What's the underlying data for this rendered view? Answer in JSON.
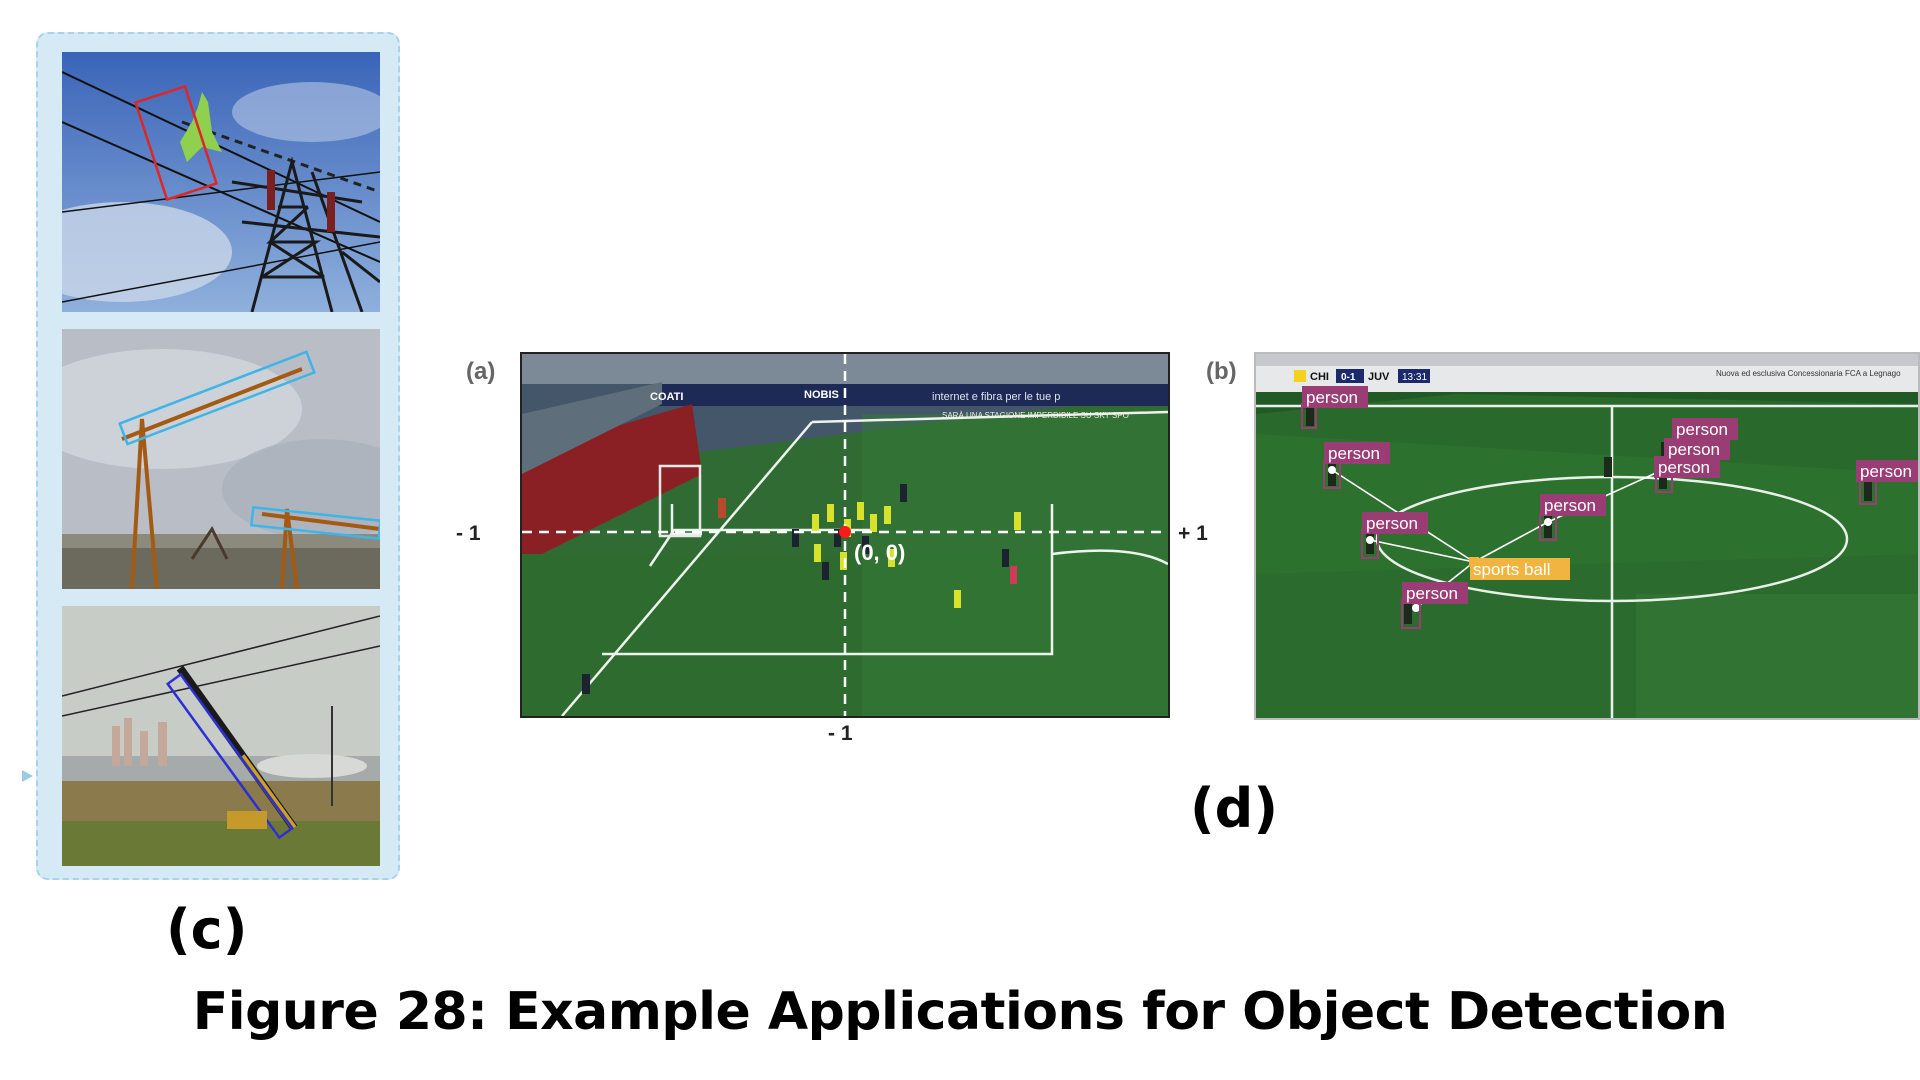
{
  "figure": {
    "caption": "Figure 28: Example Applications for Object Detection",
    "label_c": "(c)",
    "label_d": "(d)"
  },
  "panel_a": {
    "tag": "(a)",
    "axis_left": "- 1",
    "axis_right": "+ 1",
    "axis_bottom": "- 1",
    "origin_label": "(0, 0)",
    "banner_texts": [
      "COATI",
      "NOBIS",
      "internet e fibra per le tue p",
      "SARÀ UNA STAGIONE IMPERDIBILE SU SKY SPO"
    ],
    "marker_color": "#ff1a1a"
  },
  "panel_b": {
    "tag": "(b)",
    "scoreboard": {
      "home": "CHI",
      "score": "0-1",
      "away": "JUV",
      "time": "13:31"
    },
    "ad_text": "Nuova ed esclusiva Concessionaria FCA a Legnago",
    "detections": [
      "person",
      "person",
      "person",
      "person",
      "person",
      "person",
      "person",
      "person",
      "person"
    ],
    "ball_label": "sports ball",
    "person_color": "#9b3d75",
    "ball_color": "#f2b441"
  }
}
